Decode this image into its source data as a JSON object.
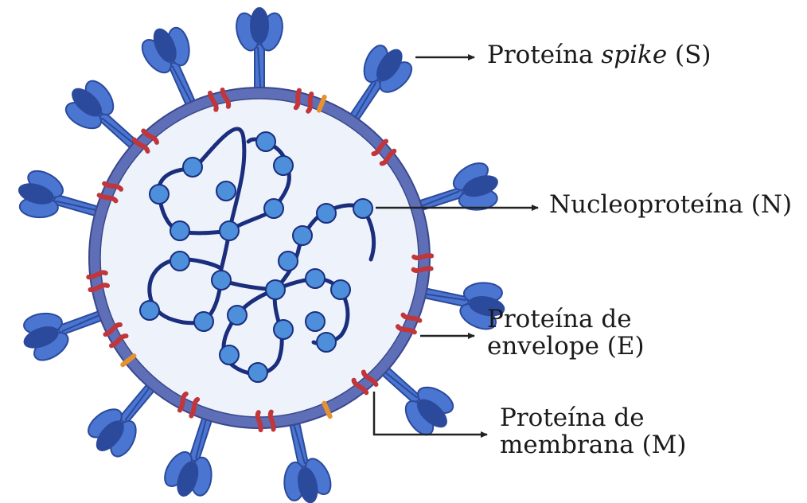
{
  "labels": {
    "spike": {
      "prefix": "Proteína ",
      "italic": "spike",
      "suffix": " (S)"
    },
    "nucleoprotein": "Nucleoproteína (N)",
    "envelope": {
      "line1": "Proteína de",
      "line2": "envelope (E)"
    },
    "membrane": {
      "line1": "Proteína de",
      "line2": "membrana (M)"
    }
  },
  "colors": {
    "envelope_ring": "#5e6fb8",
    "interior": "#eef3fb",
    "spike_light": "#4a75d0",
    "spike_dark": "#2c4a9c",
    "membrane_protein": "#c0363a",
    "envelope_protein": "#e8922c",
    "rna_strand": "#1b2e7e",
    "nucleoprotein_bead": "#4d8fdb",
    "arrow": "#222222"
  },
  "icons": {
    "spike": "spike-protein-icon",
    "membrane": "membrane-protein-icon",
    "envelope": "envelope-protein-icon",
    "nucleoprotein": "nucleoprotein-bead-icon"
  }
}
